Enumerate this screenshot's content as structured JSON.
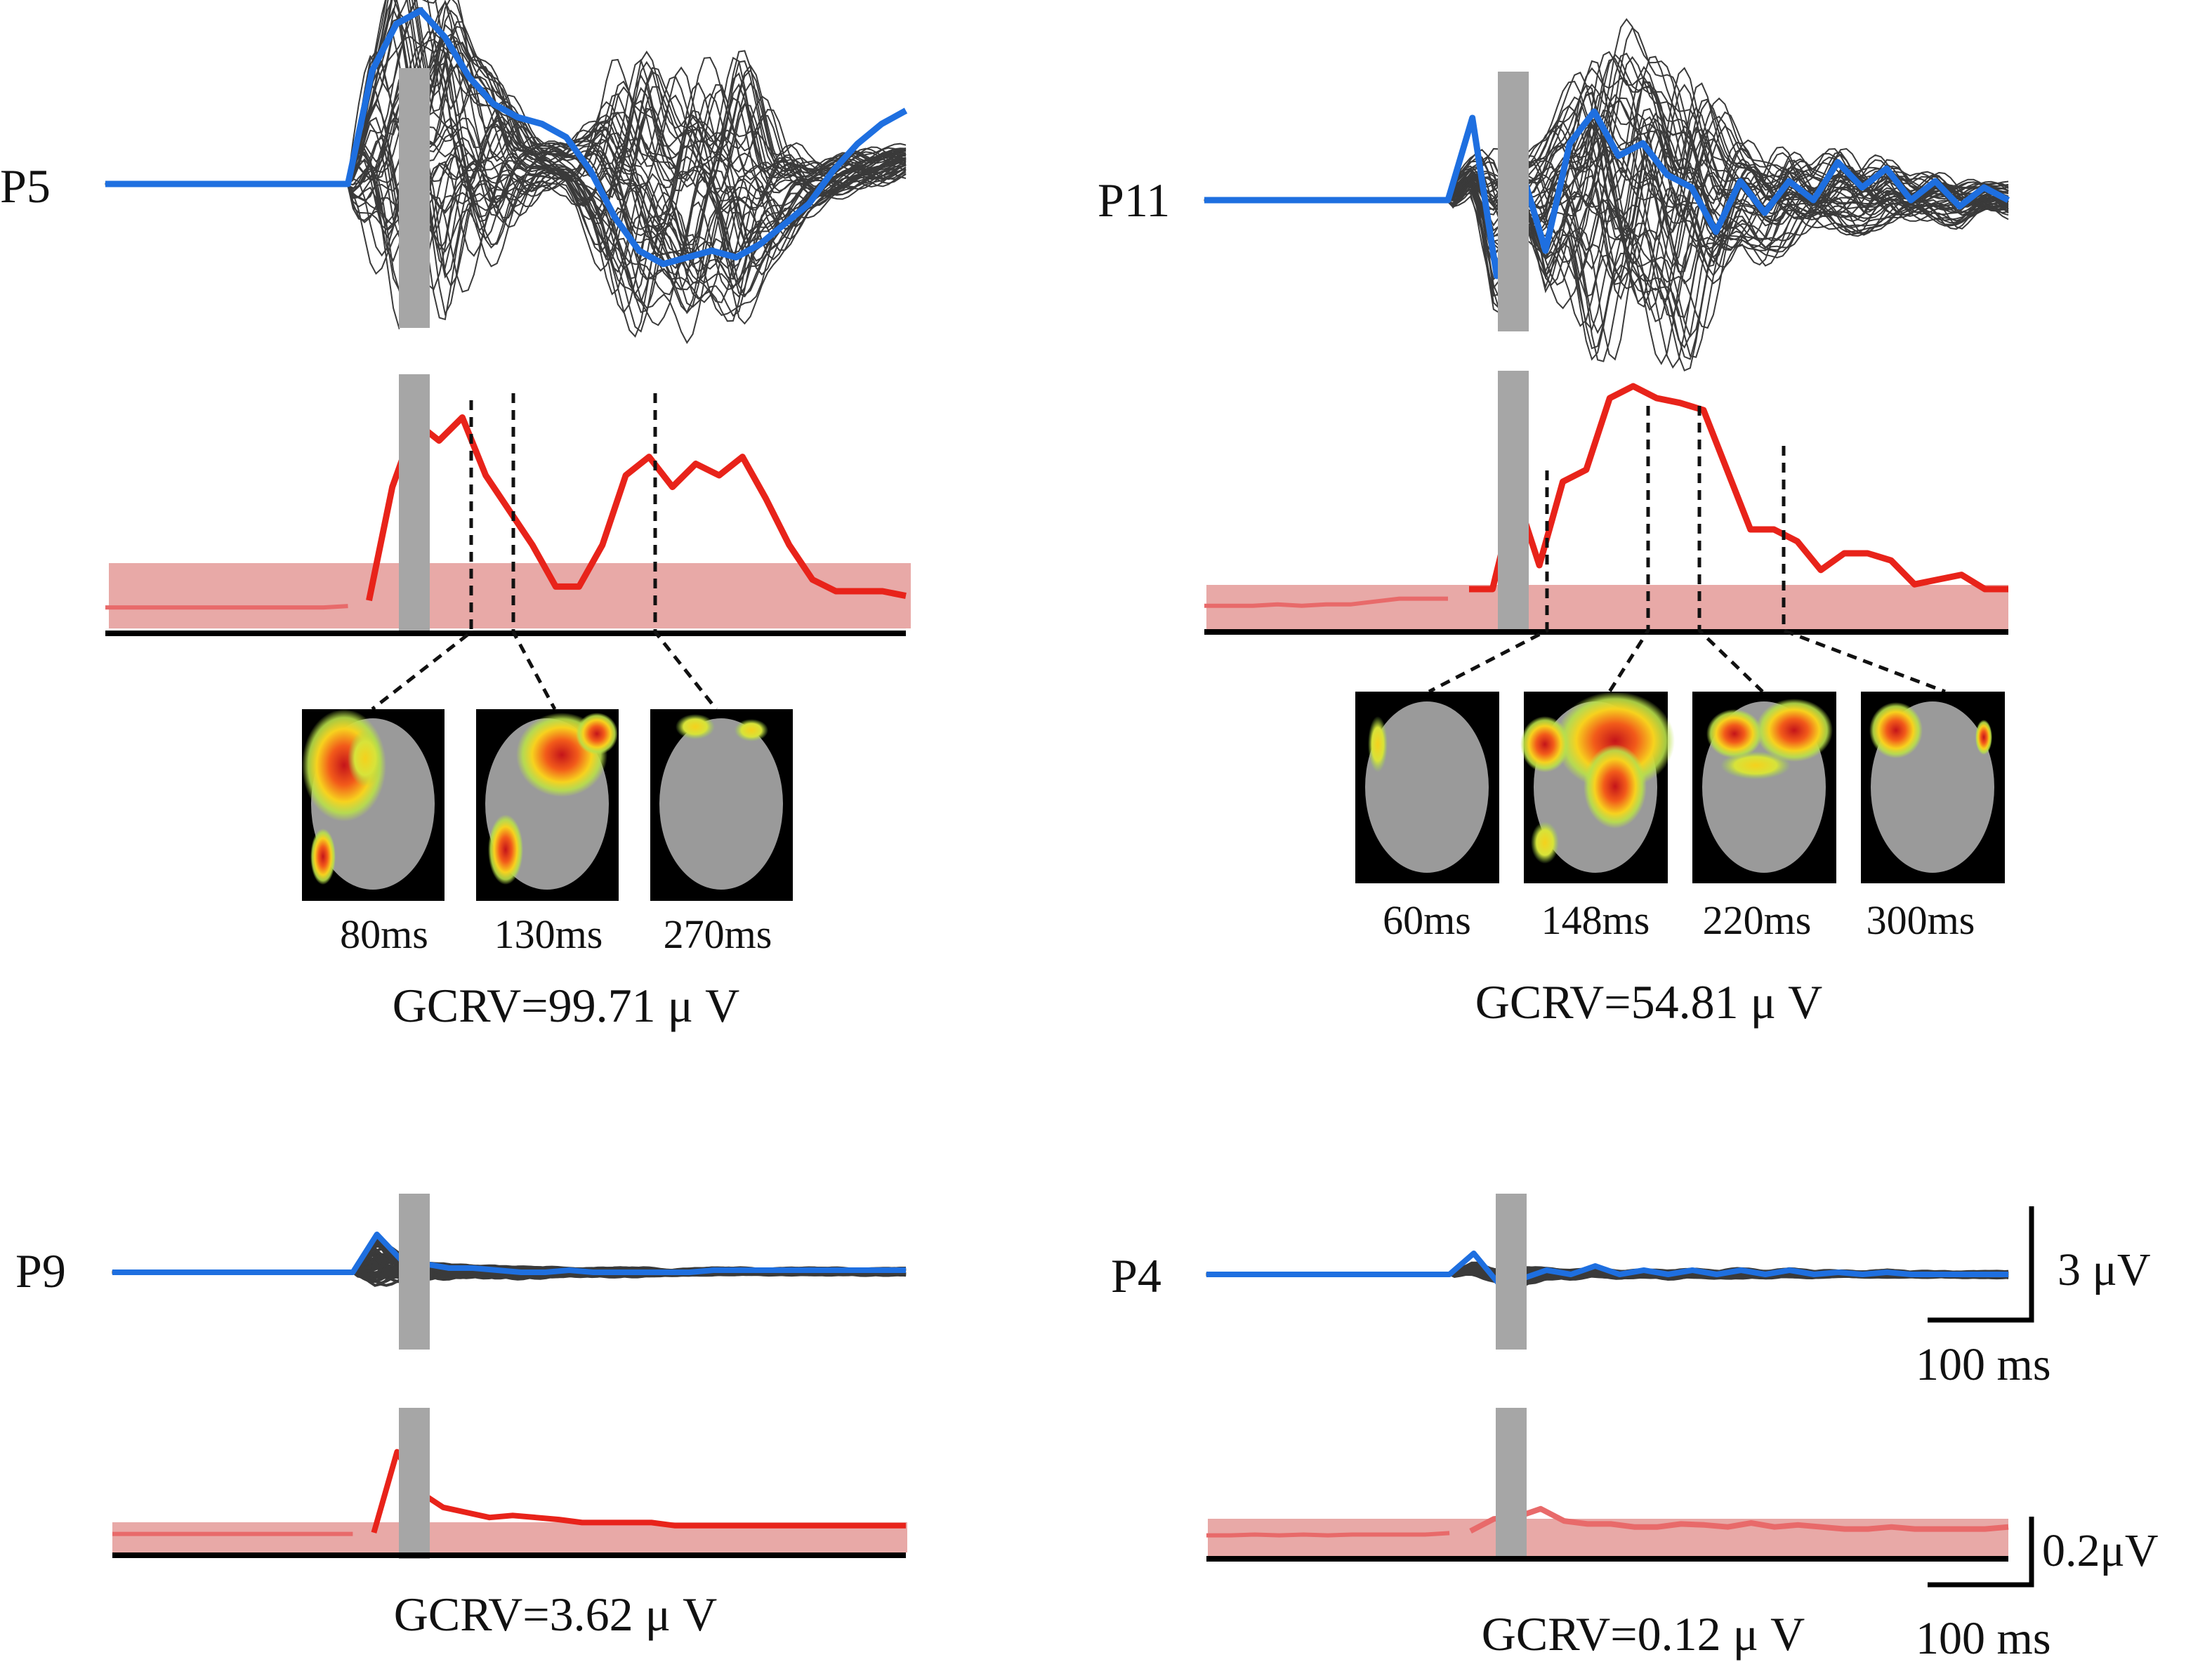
{
  "colors": {
    "butterfly": "#3a3a3a",
    "mean_trace": "#1e6fe0",
    "gfp": "#e8231a",
    "gfp_baseline": "#e86a6a",
    "baseline_band": "#e8a9a7",
    "stim_artifact": "#a6a6a6",
    "axis": "#000000",
    "brain": "#9a9a9a"
  },
  "scale_bars": {
    "voltage_top": "3 μV",
    "time_top": "100 ms",
    "voltage_bottom": "0.2μV",
    "time_bottom": "100 ms"
  },
  "chart_data": [
    {
      "type": "line",
      "panel": "P5",
      "label": "P5",
      "series": [
        {
          "kind": "butterfly",
          "channels": 64
        },
        {
          "kind": "mean",
          "values": [
            0,
            0,
            0,
            0,
            0,
            0,
            0,
            0,
            0,
            0,
            0,
            1.7,
            2.4,
            2.6,
            2.2,
            1.6,
            1.2,
            1.0,
            0.9,
            0.7,
            0.2,
            -0.5,
            -1.0,
            -1.2,
            -1.1,
            -1.0,
            -1.1,
            -0.9,
            -0.6,
            -0.3,
            0.2,
            0.6,
            0.9,
            1.1
          ]
        },
        {
          "kind": "gfp",
          "values": [
            0.05,
            0.05,
            0.05,
            0.05,
            0.05,
            0.05,
            0.05,
            0.05,
            0.05,
            0.05,
            0.06,
            0.55,
            0.83,
            0.75,
            0.85,
            0.6,
            0.45,
            0.3,
            0.12,
            0.12,
            0.3,
            0.6,
            0.68,
            0.55,
            0.65,
            0.6,
            0.68,
            0.5,
            0.3,
            0.15,
            0.1,
            0.1,
            0.1,
            0.08
          ]
        }
      ],
      "markers": [
        "80ms",
        "130ms",
        "270ms"
      ],
      "annotation": "GCRV=99.71 μ V"
    },
    {
      "type": "line",
      "panel": "P11",
      "label": "P11",
      "series": [
        {
          "kind": "butterfly",
          "channels": 64
        },
        {
          "kind": "mean",
          "values": [
            0,
            0,
            0,
            0,
            0,
            0,
            0,
            0,
            0,
            0,
            0,
            1.3,
            -1.2,
            0.5,
            -0.8,
            0.9,
            1.4,
            0.7,
            0.9,
            0.4,
            0.2,
            -0.5,
            0.3,
            -0.2,
            0.3,
            0.0,
            0.6,
            0.2,
            0.5,
            0.0,
            0.3,
            -0.1,
            0.2,
            0.0
          ]
        },
        {
          "kind": "gfp",
          "values": [
            0.05,
            0.05,
            0.05,
            0.06,
            0.05,
            0.06,
            0.06,
            0.08,
            0.1,
            0.1,
            0.1,
            0.1,
            0.5,
            0.2,
            0.55,
            0.6,
            0.9,
            0.95,
            0.9,
            0.88,
            0.85,
            0.6,
            0.35,
            0.35,
            0.3,
            0.18,
            0.25,
            0.25,
            0.22,
            0.12,
            0.14,
            0.16,
            0.1,
            0.1
          ]
        }
      ],
      "markers": [
        "60ms",
        "148ms",
        "220ms",
        "300ms"
      ],
      "annotation": "GCRV=54.81 μ V"
    },
    {
      "type": "line",
      "panel": "P9",
      "label": "P9",
      "series": [
        {
          "kind": "butterfly",
          "channels": 64
        },
        {
          "kind": "mean",
          "values": [
            0,
            0,
            0,
            0,
            0,
            0,
            0,
            0,
            0,
            0,
            0,
            0.9,
            0.3,
            0.2,
            0.1,
            0.1,
            0.05,
            0.0,
            0.0,
            0.05,
            0.0,
            0.0,
            0.0,
            0.0,
            0.0,
            0.05,
            0.05,
            0.05,
            0.05,
            0.05,
            0.05,
            0.05,
            0.05,
            0.05
          ]
        },
        {
          "kind": "gfp",
          "values": [
            0.05,
            0.05,
            0.05,
            0.05,
            0.05,
            0.05,
            0.05,
            0.05,
            0.05,
            0.05,
            0.05,
            0.85,
            0.45,
            0.3,
            0.25,
            0.2,
            0.22,
            0.2,
            0.18,
            0.15,
            0.15,
            0.15,
            0.15,
            0.12,
            0.12,
            0.12,
            0.12,
            0.12,
            0.12,
            0.12,
            0.12,
            0.12,
            0.12,
            0.12
          ]
        }
      ],
      "annotation": "GCRV=3.62 μ V"
    },
    {
      "type": "line",
      "panel": "P4",
      "label": "P4",
      "series": [
        {
          "kind": "butterfly",
          "channels": 64
        },
        {
          "kind": "mean",
          "values": [
            0,
            0,
            0,
            0,
            0,
            0,
            0,
            0,
            0,
            0,
            0,
            0.5,
            -0.2,
            -0.1,
            0.1,
            0.0,
            0.2,
            0.0,
            0.1,
            0.0,
            0.1,
            0.0,
            0.1,
            0.0,
            0.1,
            0.0,
            0.05,
            0.0,
            0.05,
            0.0,
            0.0,
            0.0,
            0.0,
            0.0
          ]
        },
        {
          "kind": "gfp",
          "values": [
            0.05,
            0.05,
            0.06,
            0.05,
            0.06,
            0.05,
            0.06,
            0.06,
            0.06,
            0.06,
            0.08,
            0.2,
            0.22,
            0.3,
            0.18,
            0.15,
            0.15,
            0.12,
            0.12,
            0.15,
            0.14,
            0.12,
            0.16,
            0.12,
            0.14,
            0.12,
            0.1,
            0.1,
            0.12,
            0.1,
            0.1,
            0.1,
            0.1,
            0.12
          ]
        }
      ],
      "annotation": "GCRV=0.12 μ V"
    }
  ]
}
